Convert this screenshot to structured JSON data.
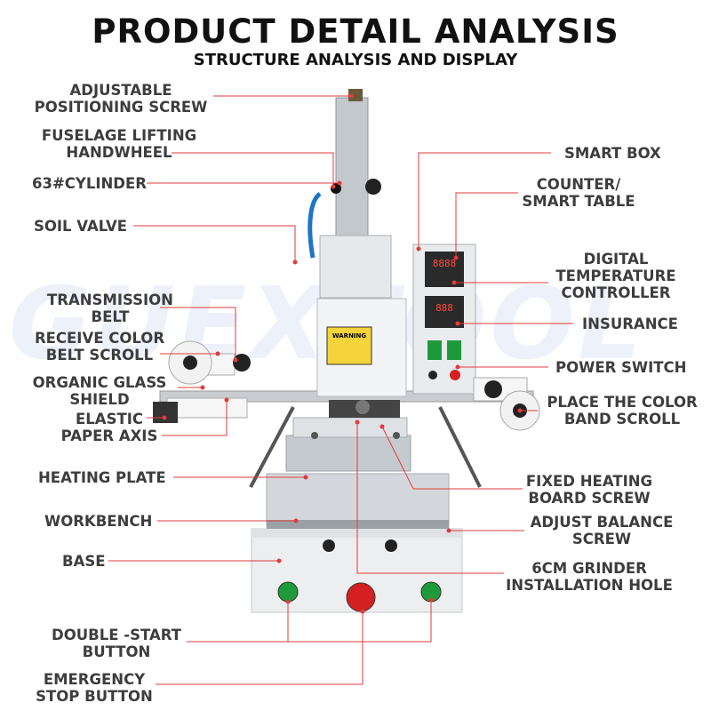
{
  "header": {
    "title": "PRODUCT DETAIL ANALYSIS",
    "subtitle": "STRUCTURE ANALYSIS AND DISPLAY"
  },
  "watermark": "GUEXTOOL",
  "labels": {
    "adjustable_positioning_screw": "ADJUSTABLE\nPOSITIONING SCREW",
    "fuselage_lifting_handwheel": "FUSELAGE LIFTING\nHANDWHEEL",
    "cylinder": "63#CYLINDER",
    "soil_valve": "SOIL VALVE",
    "transmission_belt": "TRANSMISSION\nBELT",
    "receive_color_belt_scroll": "RECEIVE COLOR\nBELT SCROLL",
    "organic_glass_shield": "ORGANIC GLASS\nSHIELD",
    "elastic_paper_axis": "ELASTIC\nPAPER AXIS",
    "heating_plate": "HEATING PLATE",
    "workbench": "WORKBENCH",
    "base": "BASE",
    "double_start_button": "DOUBLE -START\nBUTTON",
    "emergency_stop_button": "EMERGENCY\nSTOP BUTTON",
    "smart_box": "SMART BOX",
    "counter_smart_table": "COUNTER/\nSMART TABLE",
    "digital_temperature_controller": "DIGITAL\nTEMPERATURE\nCONTROLLER",
    "insurance": "INSURANCE",
    "power_switch": "POWER SWITCH",
    "place_color_band_scroll": "PLACE THE COLOR\nBAND SCROLL",
    "fixed_heating_board_screw": "FIXED HEATING\nBOARD SCREW",
    "adjust_balance_screw": "ADJUST BALANCE\nSCREW",
    "grinder_installation_hole": "6CM GRINDER\nINSTALLATION HOLE"
  },
  "machine": {
    "warning_label": "WARNING",
    "counter_display": "8888",
    "temp_display": "888"
  },
  "colors": {
    "leader_line": "#e23b3b",
    "label_text": "#3d3d3d",
    "machine_white": "#eef0f2",
    "metal": "#b9bec3",
    "button_green": "#1e9a3a",
    "button_red": "#d42020",
    "panel_dark": "#2a2a2a"
  }
}
